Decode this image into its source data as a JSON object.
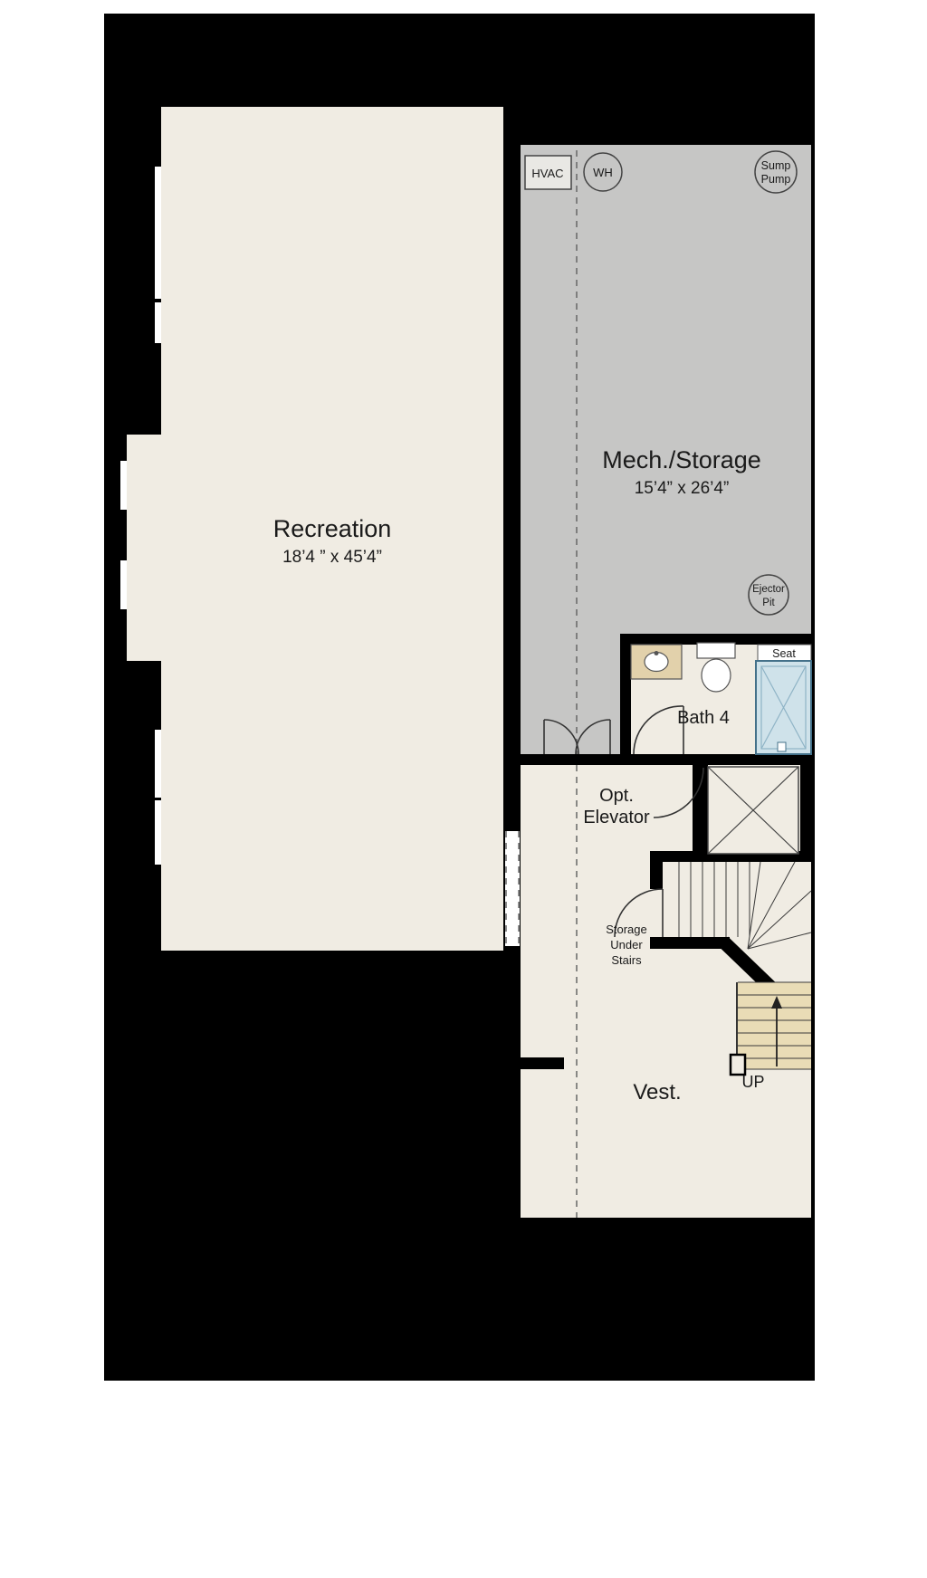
{
  "plan": {
    "type": "basement-floor-plan"
  },
  "colors": {
    "wall_black": "#000000",
    "floor_cream": "#f0ece3",
    "mech_gray": "#c6c6c5",
    "stair_beige": "#e9dcb6",
    "shower_blue": "#cfe2ea",
    "shower_border": "#44718a",
    "vanity_tan": "#e2d1ab",
    "page_white": "#ffffff",
    "text_dark": "#1a1a1a"
  },
  "rooms": {
    "recreation": {
      "name": "Recreation",
      "dimensions": "18’4 ” x 45’4”"
    },
    "mech_storage": {
      "name": "Mech./Storage",
      "dimensions": "15’4” x 26’4”"
    },
    "bath": {
      "name": "Bath 4"
    },
    "vestibule": {
      "name": "Vest."
    },
    "elevator": {
      "line1": "Opt.",
      "line2": "Elevator"
    },
    "storage_under_stairs": {
      "line1": "Storage",
      "line2": "Under",
      "line3": "Stairs"
    }
  },
  "equipment": {
    "hvac": {
      "label": "HVAC"
    },
    "water_heater": {
      "label": "WH"
    },
    "sump_pump": {
      "line1": "Sump",
      "line2": "Pump"
    },
    "ejector_pit": {
      "line1": "Ejector",
      "line2": "Pit"
    }
  },
  "stairs": {
    "direction_label": "UP"
  },
  "fixtures": {
    "shower_seat_label": "Seat"
  }
}
